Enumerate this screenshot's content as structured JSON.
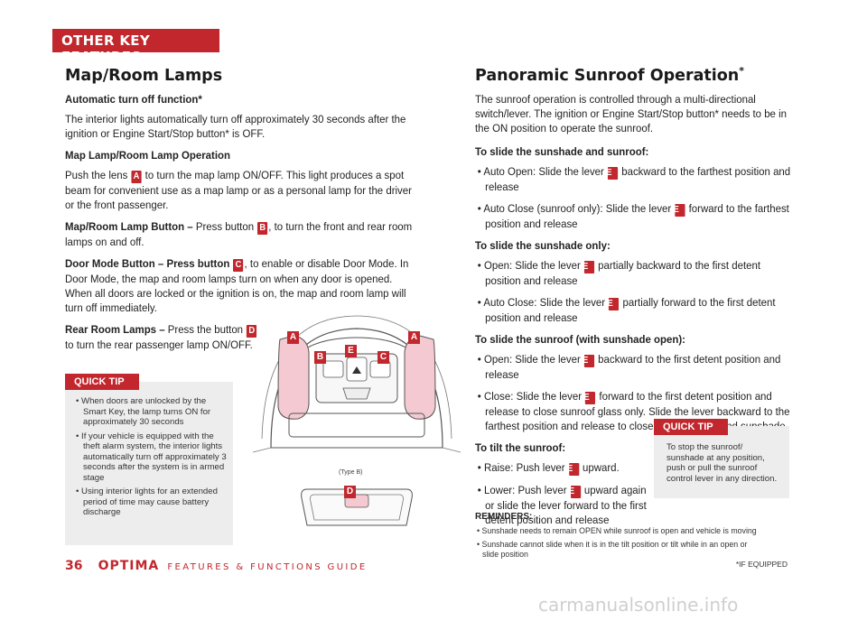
{
  "header": {
    "section": "OTHER KEY FEATURES"
  },
  "left": {
    "title": "Map/Room Lamps",
    "auto_heading": "Automatic turn off function*",
    "auto_text": "The interior lights automatically turn off approximately 30 seconds after the ignition or Engine Start/Stop button* is OFF.",
    "map_heading": "Map Lamp/Room Lamp Operation",
    "map_text_a": "Push the lens",
    "map_text_b": "to turn the map lamp ON/OFF. This light produces a spot beam for convenient use as a map lamp or as a personal lamp for the driver or the front passenger.",
    "btn_label": "Map/Room Lamp Button –",
    "btn_text_a": "Press button",
    "btn_text_b": ", to turn the front and rear room lamps on and off.",
    "door_label": "Door Mode Button – Press button",
    "door_text": ", to enable or disable Door Mode. In Door Mode, the map and room lamps turn on when any door is opened. When all doors are locked or the ignition is on, the map and room lamp will turn off immediately.",
    "rear_label": "Rear Room Lamps –",
    "rear_text_a": "Press the button",
    "rear_text_b": "to turn the rear passenger lamp ON/OFF."
  },
  "badges": {
    "a": "A",
    "b": "B",
    "c": "C",
    "d": "D",
    "e": "E"
  },
  "quick_tip_left": {
    "label": "QUICK TIP",
    "items": [
      "• When doors are unlocked by the Smart Key, the lamp turns ON for approximately 30 seconds",
      "• If your vehicle is equipped with the theft alarm system, the interior lights automatically turn off approximately 3 seconds after the system is in armed stage",
      "• Using interior lights for an extended period of time may cause battery discharge"
    ]
  },
  "illustration": {
    "caption": "(Type B)"
  },
  "right": {
    "title": "Panoramic Sunroof Operation",
    "title_mark": "*",
    "intro": "The sunroof operation is controlled through a multi-directional switch/lever. The ignition or Engine Start/Stop button* needs to be in the ON position to operate the sunroof.",
    "h1": "To slide the sunshade and sunroof:",
    "h1_b1a": "• Auto Open: Slide the lever",
    "h1_b1b": "backward to the farthest position and release",
    "h1_b2a": "• Auto Close (sunroof only): Slide the lever",
    "h1_b2b": "forward to the farthest position and release",
    "h2": "To slide the sunshade only:",
    "h2_b1a": "• Open: Slide the lever",
    "h2_b1b": "partially backward to the first detent position and release",
    "h2_b2a": "• Auto Close: Slide the lever",
    "h2_b2b": "partially forward to the first detent position and release",
    "h3": "To slide the sunroof (with sunshade open):",
    "h3_b1a": "• Open: Slide the lever",
    "h3_b1b": "backward to the first detent position and release",
    "h3_b2a": "• Close: Slide the lever",
    "h3_b2b": "forward to the first detent position and release to close sunroof glass only. Slide the lever backward to the farthest position and release to close sunroof glass and sunshade",
    "h4": "To tilt the sunroof:",
    "h4_b1a": "• Raise: Push lever",
    "h4_b1b": "upward.",
    "h4_b2a": "• Lower: Push lever",
    "h4_b2b": "upward again or slide the lever forward to the first detent position and release"
  },
  "quick_tip_right": {
    "label": "QUICK TIP",
    "text": "To stop the sunroof/ sunshade at any position, push or pull the sunroof control lever in any direction."
  },
  "reminders": {
    "title": "REMINDERS:",
    "items": [
      "• Sunshade needs to remain OPEN while sunroof is open and vehicle is moving",
      "• Sunshade cannot slide when it is in the tilt position or tilt while in an open or slide position"
    ]
  },
  "footer": {
    "page": "36",
    "brand": "OPTIMA",
    "guide": "FEATURES & FUNCTIONS GUIDE",
    "if_equipped": "*IF EQUIPPED"
  },
  "watermark": "carmanualsonline.info",
  "colors": {
    "accent": "#c1272d",
    "tip_bg": "#ededed",
    "lamp_pink": "#f4c9d2"
  }
}
